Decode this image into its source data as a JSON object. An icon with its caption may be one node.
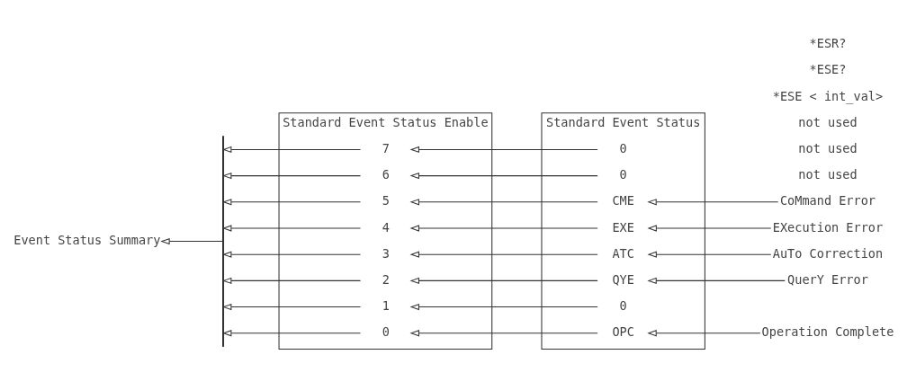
{
  "diagram": {
    "nodes": [
      {
        "text": [
          "Standard Event Status Enable"
        ]
      },
      {
        "text": [
          "7"
        ],
        "in": 0
      },
      {
        "text": [
          "6"
        ],
        "in": 0
      },
      {
        "text": [
          "5"
        ],
        "in": 0
      },
      {
        "text": [
          "4"
        ],
        "in": 0
      },
      {
        "text": [
          "3"
        ],
        "in": 0
      },
      {
        "text": [
          "2"
        ],
        "in": 0
      },
      {
        "text": [
          "1"
        ],
        "in": 0
      },
      {
        "text": [
          "0"
        ],
        "in": 0
      },
      {
        "text": [
          "Standard Event Status"
        ]
      },
      {
        "text": [
          "0"
        ],
        "in": 9
      },
      {
        "text": [
          "0"
        ],
        "in": 9
      },
      {
        "text": [
          "CME"
        ],
        "in": 9
      },
      {
        "text": [
          "EXE"
        ],
        "in": 9
      },
      {
        "text": [
          "ATC"
        ],
        "in": 9
      },
      {
        "text": [
          "QYE"
        ],
        "in": 9
      },
      {
        "text": [
          "0"
        ],
        "in": 9
      },
      {
        "text": [
          "OPC"
        ],
        "in": 9
      },
      {
        "text": [],
        "shape": "bar"
      },
      {
        "text": [
          "Event Status Summary"
        ]
      },
      {
        "text": [
          "CoMmand Error"
        ]
      },
      {
        "text": [
          "EXecution Error"
        ]
      },
      {
        "text": [
          "AuTo Correction"
        ]
      },
      {
        "text": [
          "QuerY Error"
        ]
      },
      {
        "text": [
          "Operation Complete"
        ]
      }
    ],
    "edges": [
      {
        "from": 10,
        "to": 1,
        "arrow": "to"
      },
      {
        "from": 11,
        "to": 2,
        "arrow": "to"
      },
      {
        "from": 12,
        "to": 3,
        "arrow": "to"
      },
      {
        "from": 13,
        "to": 4,
        "arrow": "to"
      },
      {
        "from": 14,
        "to": 5,
        "arrow": "to"
      },
      {
        "from": 15,
        "to": 6,
        "arrow": "to"
      },
      {
        "from": 16,
        "to": 7,
        "arrow": "to"
      },
      {
        "from": 17,
        "to": 8,
        "arrow": "to"
      },
      {
        "from": 1,
        "to": 18,
        "arrow": "to"
      },
      {
        "from": 2,
        "to": 18,
        "arrow": "to"
      },
      {
        "from": 3,
        "to": 18,
        "arrow": "to"
      },
      {
        "from": 4,
        "to": 18,
        "arrow": "to"
      },
      {
        "from": 5,
        "to": 18,
        "arrow": "to"
      },
      {
        "from": 6,
        "to": 18,
        "arrow": "to"
      },
      {
        "from": 7,
        "to": 18,
        "arrow": "to"
      },
      {
        "from": 8,
        "to": 18,
        "arrow": "to"
      },
      {
        "from": 18,
        "to": 19,
        "arrow": "to"
      },
      {
        "from": 20,
        "to": 12,
        "arrow": "to"
      },
      {
        "from": 21,
        "to": 13,
        "arrow": "to"
      },
      {
        "from": 22,
        "to": 14,
        "arrow": "to"
      },
      {
        "from": 23,
        "to": 15,
        "arrow": "to"
      },
      {
        "from": 24,
        "to": 17,
        "arrow": "to"
      }
    ],
    "labels": [
      "not used",
      "not used",
      "not used",
      "*ESE < int_val>",
      "*ESE?",
      "*ESR?"
    ]
  }
}
